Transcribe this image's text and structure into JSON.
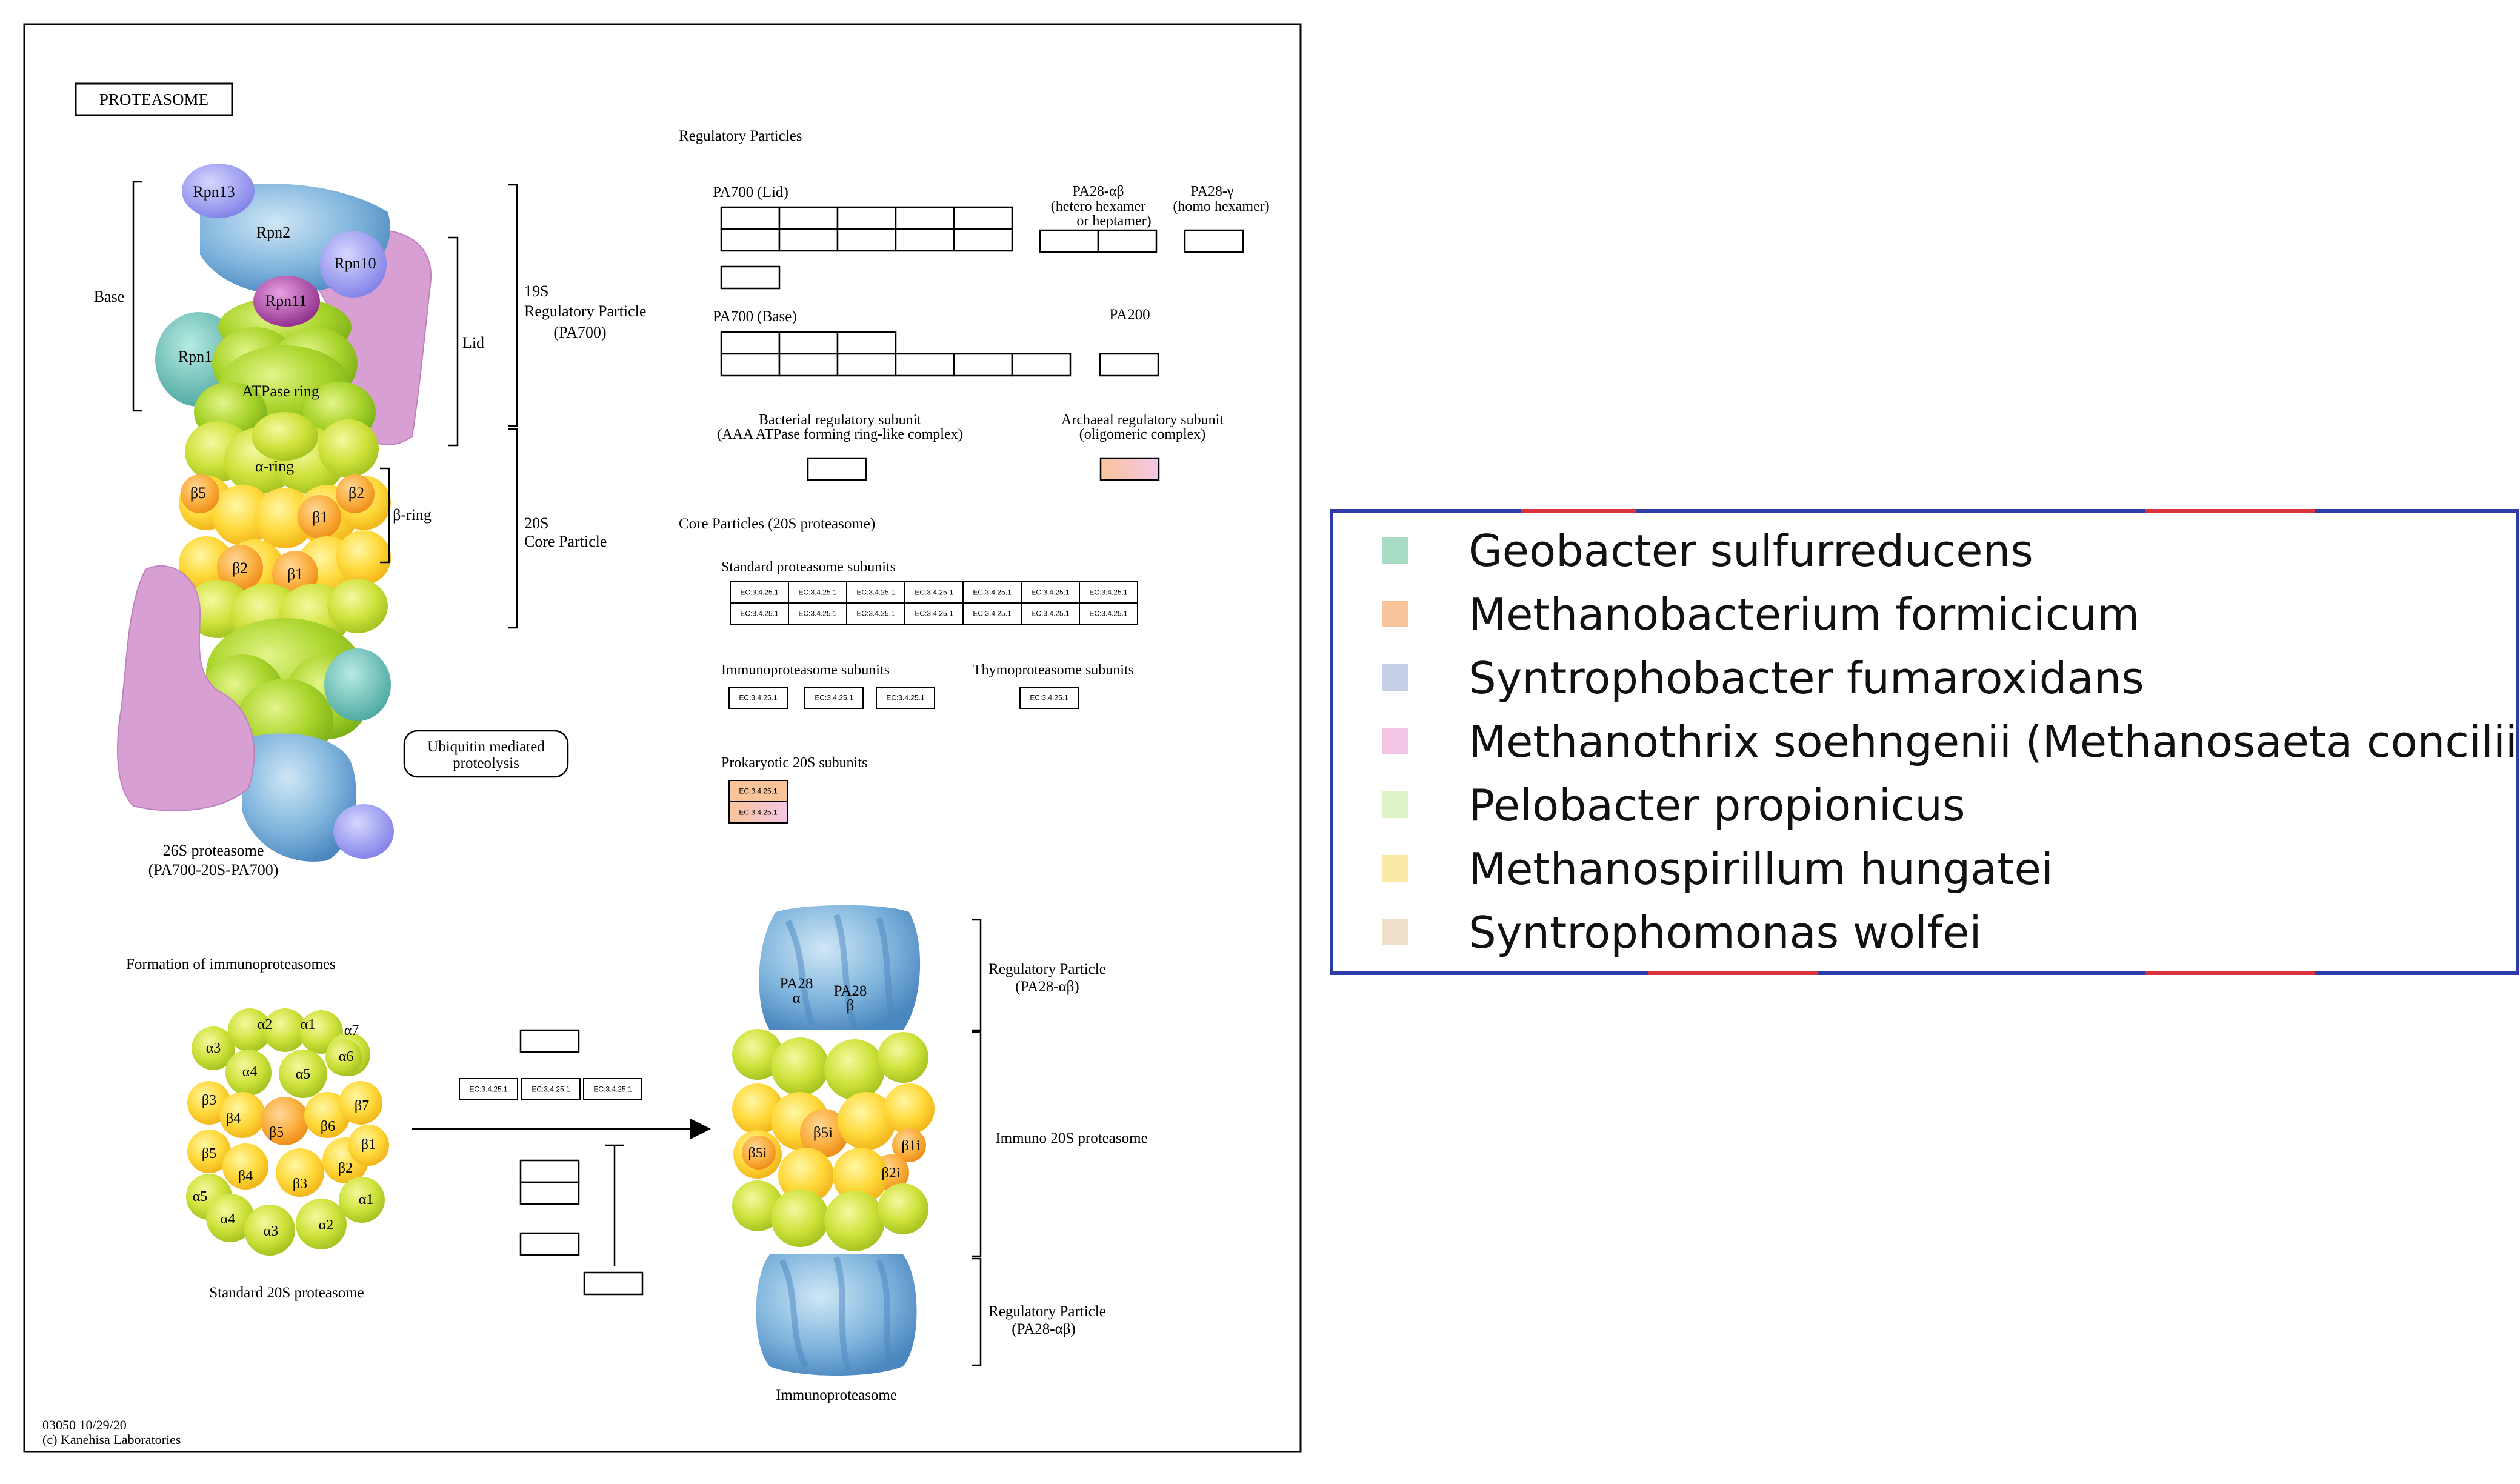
{
  "map": {
    "title": "PROTEASOME",
    "footer_id": "03050 10/29/20",
    "footer_copyright": "(c) Kanehisa Laboratories",
    "labels": {
      "base": "Base",
      "lid": "Lid",
      "beta_ring": "β-ring",
      "rp19s_1": "19S",
      "rp19s_2": "Regulatory Particle",
      "rp19s_3": "(PA700)",
      "cp20s_1": "20S",
      "cp20s_2": "Core Particle",
      "rpn13": "Rpn13",
      "rpn2": "Rpn2",
      "rpn10": "Rpn10",
      "rpn11": "Rpn11",
      "rpn1": "Rpn1",
      "atpase_ring": "ATPase ring",
      "alpha_ring": "α-ring",
      "b5": "β5",
      "b2": "β2",
      "b1": "β1",
      "b2b": "β2",
      "b1b": "β1",
      "proteasome26s_1": "26S proteasome",
      "proteasome26s_2": "(PA700-20S-PA700)",
      "ubiquitin_1": "Ubiquitin mediated",
      "ubiquitin_2": "proteolysis",
      "regulatory_particles": "Regulatory Particles",
      "pa700_lid": "PA700 (Lid)",
      "pa28ab_1": "PA28-αβ",
      "pa28ab_2": "(hetero hexamer",
      "pa28ab_3": "or heptamer)",
      "pa28g_1": "PA28-γ",
      "pa28g_2": "(homo hexamer)",
      "pa700_base": "PA700 (Base)",
      "pa200": "PA200",
      "bacterial_1": "Bacterial regulatory subunit",
      "bacterial_2": "(AAA ATPase forming ring-like complex)",
      "archaeal_1": "Archaeal regulatory subunit",
      "archaeal_2": "(oligomeric complex)",
      "core_particles": "Core Particles (20S proteasome)",
      "standard_subunits": "Standard proteasome subunits",
      "immuno_subunits": "Immunoproteasome subunits",
      "thymo_subunits": "Thymoproteasome subunits",
      "prokaryotic_subunits": "Prokaryotic 20S subunits",
      "formation": "Formation of immunoproteasomes",
      "standard20s": "Standard 20S proteasome",
      "immunoproteasome": "Immunoproteasome",
      "reg_pa28ab_top_1": "Regulatory Particle",
      "reg_pa28ab_top_2": "(PA28-αβ)",
      "immuno20s": "Immuno 20S proteasome",
      "reg_pa28ab_bot_1": "Regulatory Particle",
      "reg_pa28ab_bot_2": "(PA28-αβ)",
      "pa28_alpha_1": "PA28",
      "pa28_alpha_2": "α",
      "pa28_beta_1": "PA28",
      "pa28_beta_2": "β",
      "b5i": "β5i",
      "b5i_left": "β5i",
      "b1i": "β1i",
      "b2i": "β2i"
    },
    "ec": "EC:3.4.25.1",
    "std20s_subunits": {
      "a1": "α1",
      "a2": "α2",
      "a3": "α3",
      "a4": "α4",
      "a5": "α5",
      "a6": "α6",
      "a7": "α7",
      "b1": "β1",
      "b2": "β2",
      "b3": "β3",
      "b4": "β4",
      "b5": "β5",
      "b6": "β6",
      "b7": "β7",
      "a1b": "α1",
      "a2b": "α2",
      "a3b": "α3",
      "a4b": "α4",
      "a5b": "α5",
      "b2b": "β2",
      "b3b": "β3",
      "b4b": "β4",
      "b5b": "β5"
    }
  },
  "legend": {
    "items": [
      {
        "name": "Geobacter sulfurreducens",
        "color": "#a8dcc4"
      },
      {
        "name": "Methanobacterium formicicum",
        "color": "#f9c49a"
      },
      {
        "name": "Syntrophobacter fumaroxidans",
        "color": "#c5cfe6"
      },
      {
        "name": "Methanothrix soehngenii (Methanosaeta concilii)",
        "color": "#f4c6e6"
      },
      {
        "name": "Pelobacter propionicus",
        "color": "#def3c6"
      },
      {
        "name": "Methanospirillum hungatei",
        "color": "#fbeaa6"
      },
      {
        "name": "Syntrophomonas wolfei",
        "color": "#eedfca"
      }
    ]
  }
}
